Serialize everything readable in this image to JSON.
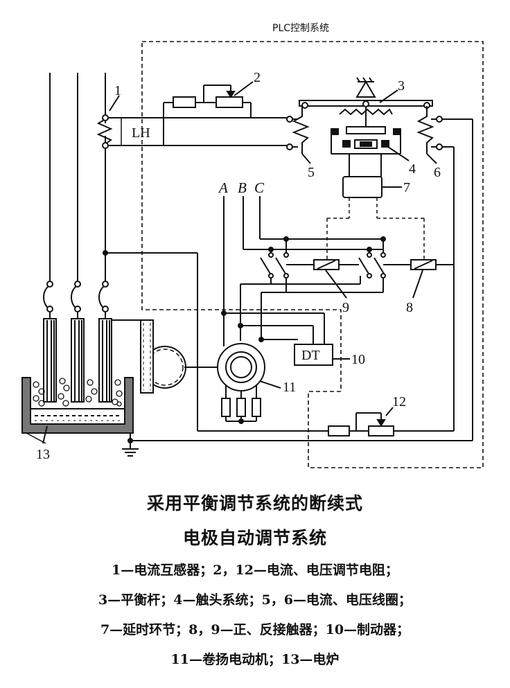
{
  "labels": {
    "plc": "PLC控制系统",
    "n1": "1",
    "n2": "2",
    "n3": "3",
    "n4": "4",
    "n5": "5",
    "n6": "6",
    "n7": "7",
    "n8": "8",
    "n9": "9",
    "n10": "10",
    "n11": "11",
    "n12": "12",
    "n13": "13",
    "lh": "LH",
    "dt": "DT",
    "phase_a": "A",
    "phase_b": "B",
    "phase_c": "C"
  },
  "caption": {
    "title_line1": "采用平衡调节系统的断续式",
    "title_line2": "电极自动调节系统",
    "legend": [
      "1—电流互感器；2，12—电流、电压调节电阻；",
      "3—平衡杆；4—触头系统；5，6—电流、电压线圈；",
      "7—延时环节；8，9—正、反接触器；10—制动器；",
      "11—卷扬电动机；13—电炉"
    ]
  }
}
